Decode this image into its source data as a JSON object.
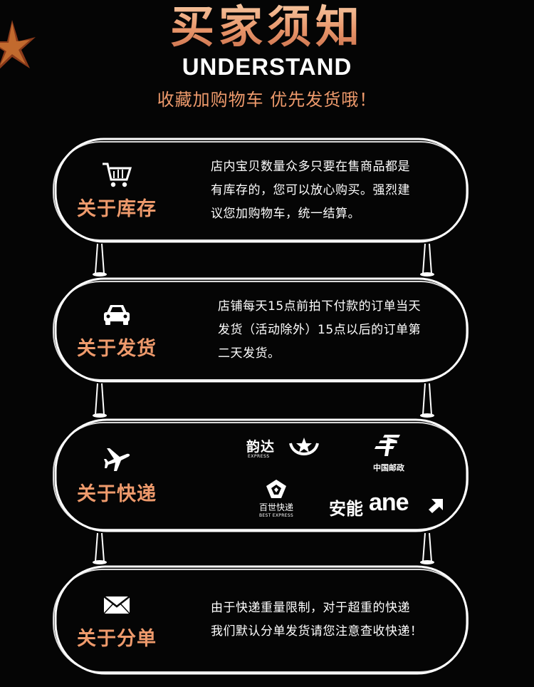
{
  "header": {
    "title": "买家须知",
    "subtitle": "UNDERSTAND",
    "slogan": "收藏加购物车 优先发货哦！"
  },
  "cards": [
    {
      "icon": "shopping-cart-icon",
      "label": "关于库存",
      "lines": [
        "店内宝贝数量众多只要在售商品都是",
        "有库存的，您可以放心购买。强烈建",
        "议您加购物车，统一结算。"
      ]
    },
    {
      "icon": "car-icon",
      "label": "关于发货",
      "lines": [
        "店铺每天15点前拍下付款的订单当天",
        "发货（活动除外）15点以后的订单第",
        "二天发货。"
      ]
    },
    {
      "icon": "airplane-icon",
      "label": "关于快递",
      "logos": {
        "yunda": {
          "name": "韵达",
          "sub": "EXPRESS"
        },
        "china_post": {
          "name": "中国邮政"
        },
        "best": {
          "name": "百世快递",
          "sub": "BEST EXPRESS"
        },
        "ane": {
          "cn": "安能",
          "en": "ane"
        }
      }
    },
    {
      "icon": "envelope-icon",
      "label": "关于分单",
      "lines": [
        "由于快递重量限制，对于超重的快递",
        "我们默认分单发货请您注意查收快递！"
      ]
    }
  ],
  "colors": {
    "accent": "#ee9a6c",
    "background": "#050505",
    "text": "#ffffff"
  }
}
